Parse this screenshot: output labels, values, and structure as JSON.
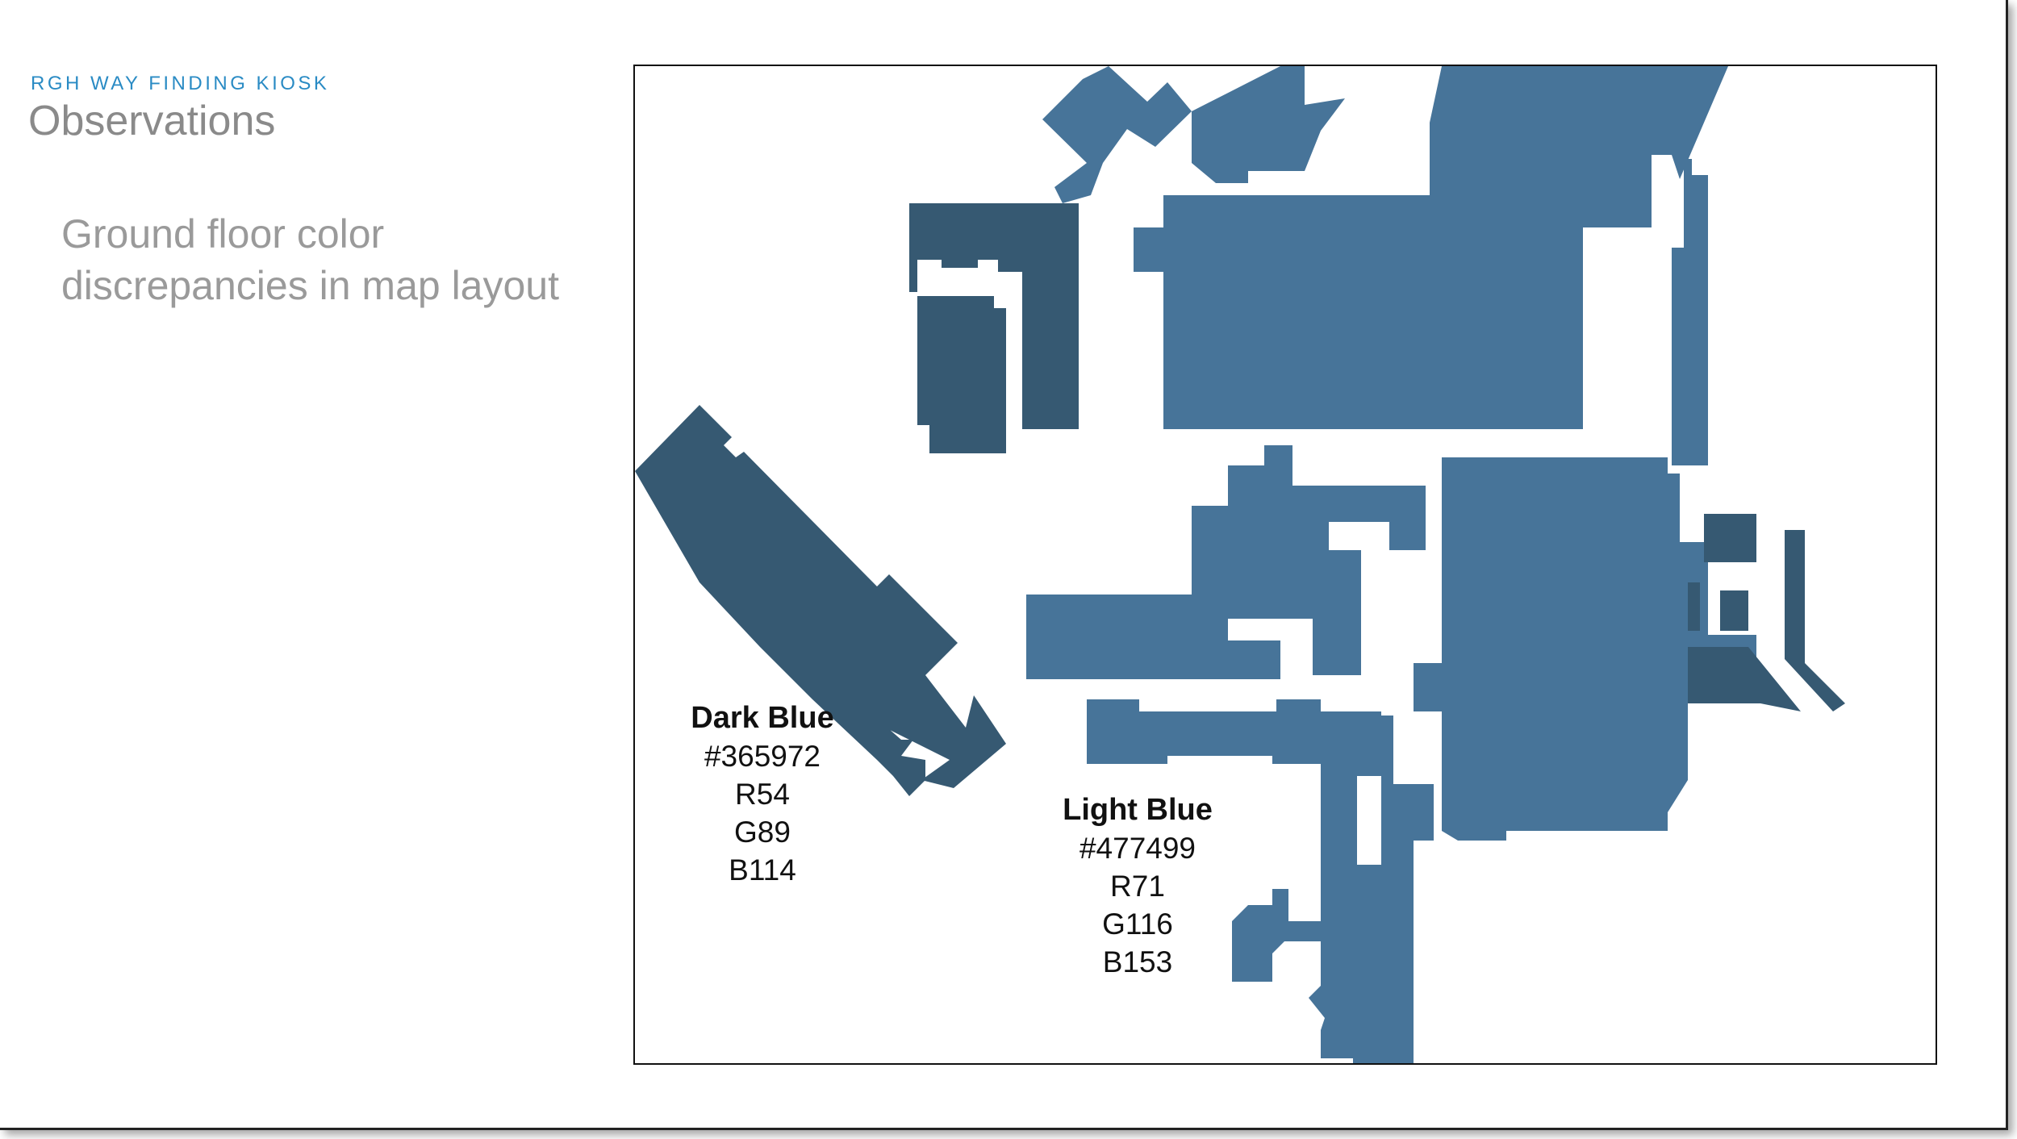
{
  "slide": {
    "kicker": "RGH WAY FINDING KIOSK",
    "title": "Observations",
    "subtitle": "Ground floor color discrepancies in map layout"
  },
  "colors": {
    "dark_blue": "#365972",
    "light_blue": "#477499"
  },
  "legend": {
    "dark": {
      "title": "Dark Blue",
      "hex": "#365972",
      "r": "R54",
      "g": "G89",
      "b": "B114"
    },
    "light": {
      "title": "Light Blue",
      "hex": "#477499",
      "r": "R71",
      "g": "G116",
      "b": "B153"
    }
  }
}
